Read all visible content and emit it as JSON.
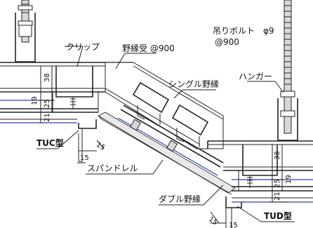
{
  "labels": {
    "clip": "クリップ",
    "nobuchi_uke": "野縁受 @900",
    "tsuri_bolt": "吊りボルト　φ9",
    "tsuri_pitch": "@900",
    "hanger": "ハンガー",
    "single_nobuchi": "シングル野縁",
    "tuc": "TUC型",
    "spandrel": "スパンドレル",
    "double_nobuchi": "ダブル野縁",
    "tud": "TUD型"
  },
  "dimensions": {
    "left_38": "38",
    "left_19": "19",
    "left_25": "25",
    "left_21": "21",
    "left_15a": "15",
    "left_15b": "15",
    "right_38": "38",
    "right_19": "19",
    "right_25": "25",
    "right_21": "21",
    "right_15a": "15",
    "right_15b": "15"
  },
  "colors": {
    "line": "#222222",
    "accent_blue": "#2b3fb8"
  }
}
